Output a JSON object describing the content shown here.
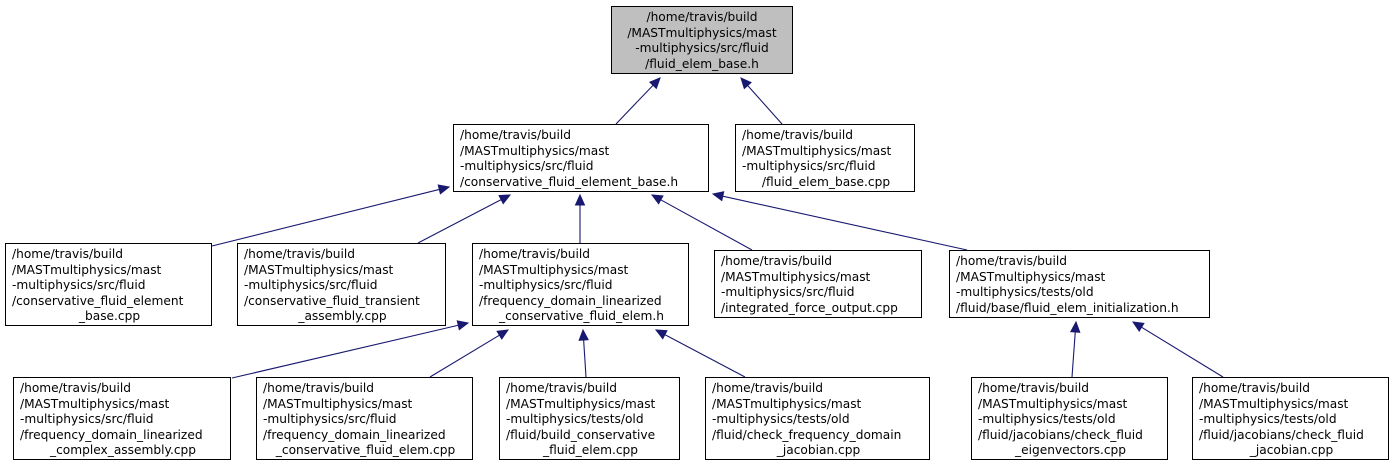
{
  "colors": {
    "edge": "#191970",
    "root_fill": "#bfbfbf",
    "node_fill": "#ffffff",
    "border": "#000000"
  },
  "nodes": {
    "root": {
      "lines": [
        "/home/travis/build",
        "/MASTmultiphysics/mast",
        "-multiphysics/src/fluid",
        "/fluid_elem_base.h"
      ]
    },
    "cfeb_h": {
      "lines": [
        "/home/travis/build",
        "/MASTmultiphysics/mast",
        "-multiphysics/src/fluid",
        "/conservative_fluid_element_base.h"
      ]
    },
    "feb_cpp": {
      "lines": [
        "/home/travis/build",
        "/MASTmultiphysics/mast",
        "-multiphysics/src/fluid",
        "/fluid_elem_base.cpp"
      ]
    },
    "cfeb_cpp": {
      "lines": [
        "/home/travis/build",
        "/MASTmultiphysics/mast",
        "-multiphysics/src/fluid",
        "/conservative_fluid_element",
        "_base.cpp"
      ]
    },
    "cfta_cpp": {
      "lines": [
        "/home/travis/build",
        "/MASTmultiphysics/mast",
        "-multiphysics/src/fluid",
        "/conservative_fluid_transient",
        "_assembly.cpp"
      ]
    },
    "fdlcfe_h": {
      "lines": [
        "/home/travis/build",
        "/MASTmultiphysics/mast",
        "-multiphysics/src/fluid",
        "/frequency_domain_linearized",
        "_conservative_fluid_elem.h"
      ]
    },
    "ifo_cpp": {
      "lines": [
        "/home/travis/build",
        "/MASTmultiphysics/mast",
        "-multiphysics/src/fluid",
        "/integrated_force_output.cpp"
      ]
    },
    "fei_h": {
      "lines": [
        "/home/travis/build",
        "/MASTmultiphysics/mast",
        "-multiphysics/tests/old",
        "/fluid/base/fluid_elem_initialization.h"
      ]
    },
    "fdlca_cpp": {
      "lines": [
        "/home/travis/build",
        "/MASTmultiphysics/mast",
        "-multiphysics/src/fluid",
        "/frequency_domain_linearized",
        "_complex_assembly.cpp"
      ]
    },
    "fdlcfe_cpp": {
      "lines": [
        "/home/travis/build",
        "/MASTmultiphysics/mast",
        "-multiphysics/src/fluid",
        "/frequency_domain_linearized",
        "_conservative_fluid_elem.cpp"
      ]
    },
    "bcfe_cpp": {
      "lines": [
        "/home/travis/build",
        "/MASTmultiphysics/mast",
        "-multiphysics/tests/old",
        "/fluid/build_conservative",
        "_fluid_elem.cpp"
      ]
    },
    "cfdj_cpp": {
      "lines": [
        "/home/travis/build",
        "/MASTmultiphysics/mast",
        "-multiphysics/tests/old",
        "/fluid/check_frequency_domain",
        "_jacobian.cpp"
      ]
    },
    "cfe_cpp": {
      "lines": [
        "/home/travis/build",
        "/MASTmultiphysics/mast",
        "-multiphysics/tests/old",
        "/fluid/jacobians/check_fluid",
        "_eigenvectors.cpp"
      ]
    },
    "cfj_cpp": {
      "lines": [
        "/home/travis/build",
        "/MASTmultiphysics/mast",
        "-multiphysics/tests/old",
        "/fluid/jacobians/check_fluid",
        "_jacobian.cpp"
      ]
    }
  }
}
